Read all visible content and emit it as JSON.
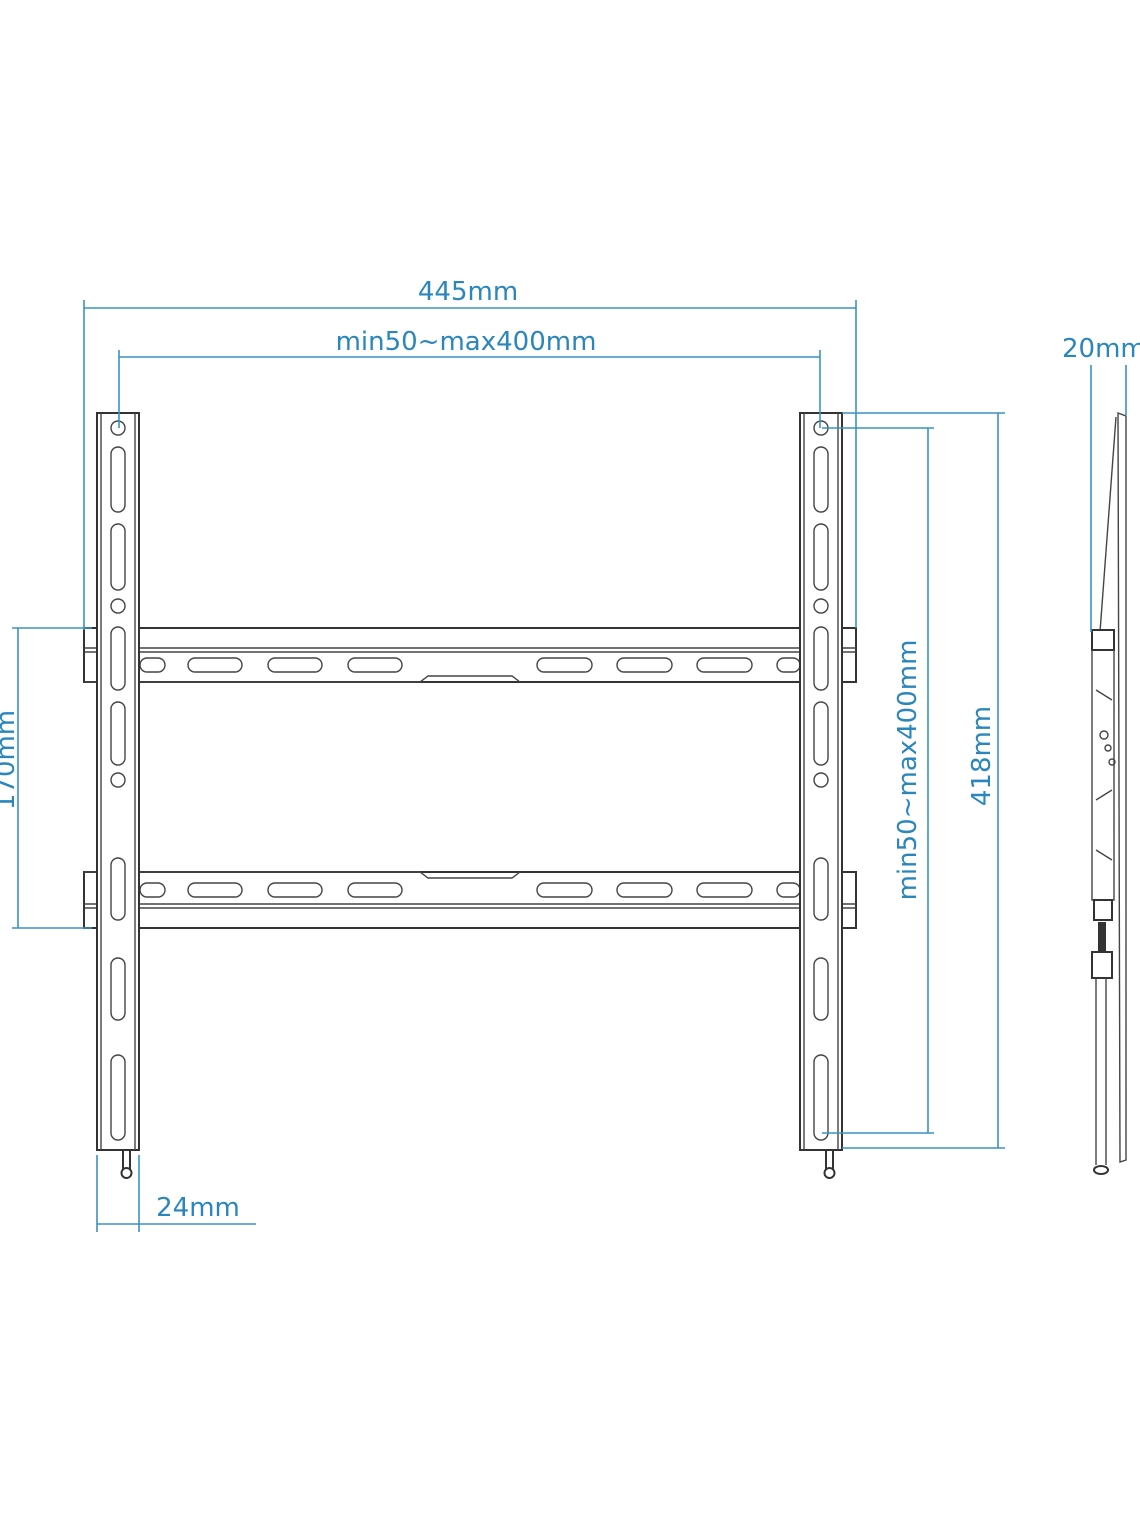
{
  "colors": {
    "dimension": "#3a93c4",
    "outline": "#333333",
    "background": "#ffffff"
  },
  "dimensions": {
    "overall_width": "445mm",
    "vesa_horizontal": "min50~max400mm",
    "depth": "20mm",
    "bar_height": "170mm",
    "vesa_vertical": "min50~max400mm",
    "overall_height": "418mm",
    "rail_width": "24mm"
  }
}
